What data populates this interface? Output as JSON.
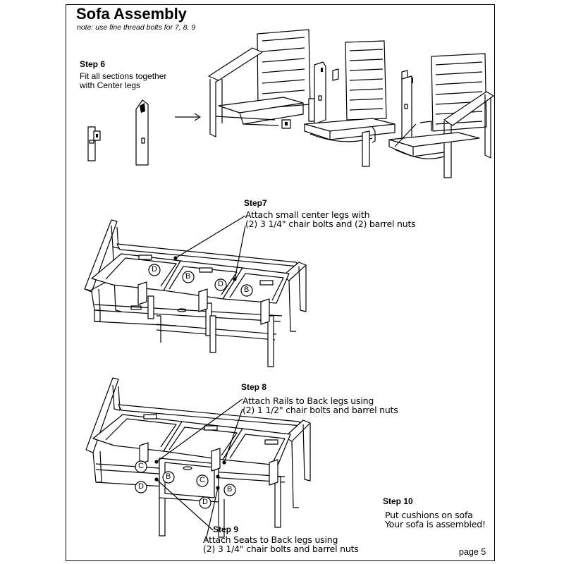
{
  "header": {
    "title": "Sofa Assembly",
    "note": "note: use fine thread bolts for 7, 8, 9"
  },
  "steps": [
    {
      "label": "Step 6",
      "lines": [
        "Fit all sections together",
        "with Center legs"
      ]
    },
    {
      "label": "Step7",
      "lines": [
        "Attach small center legs with",
        "(2) 3 1/4\" chair bolts and (2) barrel nuts"
      ]
    },
    {
      "label": "Step 8",
      "lines": [
        "Attach Rails to Back legs using",
        "(2) 1 1/2\" chair bolts and barrel nuts"
      ]
    },
    {
      "label": "Step 9",
      "lines": [
        "Attach Seats to Back legs using",
        "(2) 3 1/4\" chair bolts and barrel nuts"
      ]
    },
    {
      "label": "Step 10",
      "lines": [
        "Put cushions on sofa",
        "Your sofa is assembled!"
      ]
    }
  ],
  "part_labels": {
    "step7": [
      "D",
      "B",
      "D",
      "B"
    ],
    "step8": [
      "C",
      "B",
      "C",
      "B",
      "D",
      "D"
    ]
  },
  "footer": {
    "page": "page 5"
  }
}
